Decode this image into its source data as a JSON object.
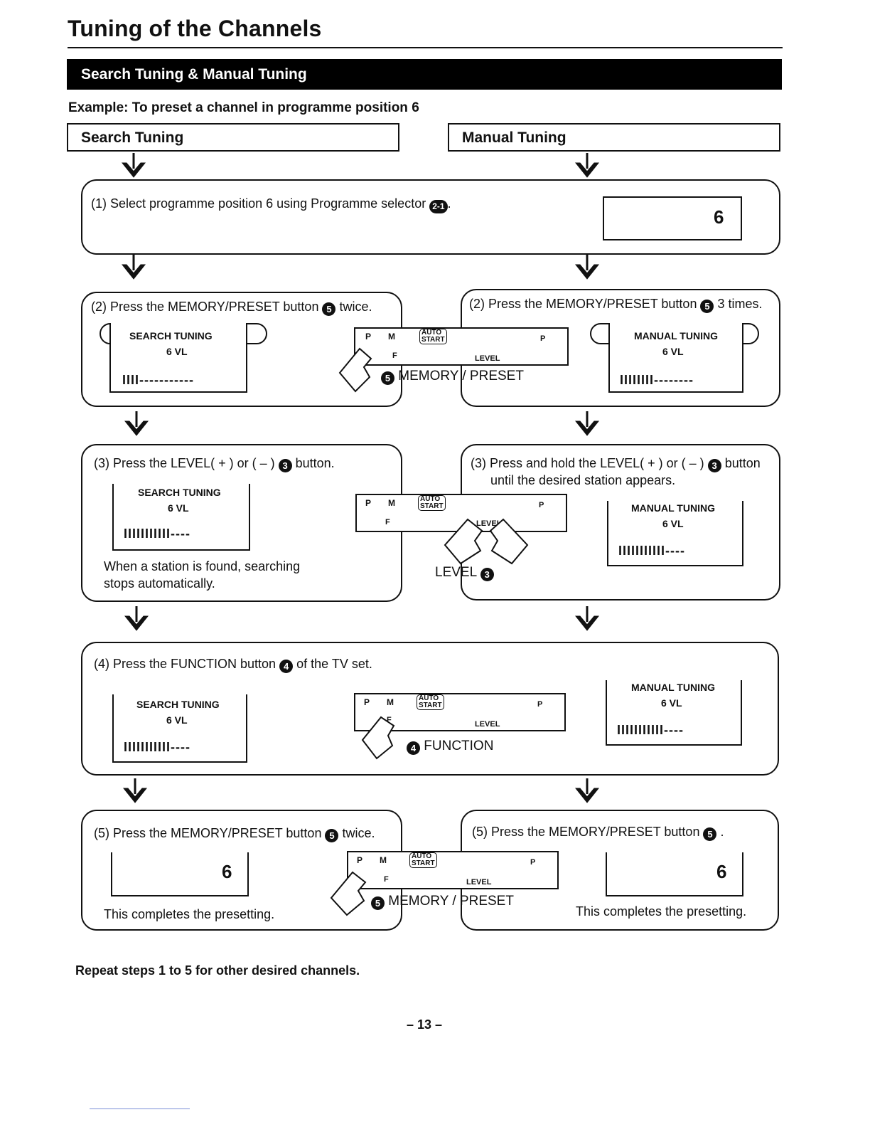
{
  "page_title": "Tuning of the Channels",
  "section_banner": "Search Tuning & Manual Tuning",
  "example": "Example: To preset a channel in programme position 6",
  "headers": {
    "search": "Search Tuning",
    "manual": "Manual Tuning"
  },
  "step1": {
    "text": "(1) Select programme position 6 using Programme selector",
    "badge": "2-1",
    "display": "6"
  },
  "search": {
    "step2": {
      "text": "(2) Press the MEMORY/PRESET button",
      "badge": "5",
      "suffix": "twice.",
      "screen_title": "SEARCH  TUNING",
      "screen_sub": "6   VL",
      "screen_bar": "IIII-----------"
    },
    "step3": {
      "text": "(3) Press the LEVEL( + ) or ( – )",
      "badge": "3",
      "suffix": "button.",
      "screen_title": "SEARCH  TUNING",
      "screen_sub": "6   VL",
      "screen_bar": "IIIIIIIIIII----",
      "note": "When a station is found, searching stops automatically."
    },
    "step4": {
      "text": "(4) Press the FUNCTION button",
      "badge": "4",
      "suffix": "of the TV set.",
      "screen_title": "SEARCH  TUNING",
      "screen_sub": "6   VL",
      "screen_bar": "IIIIIIIIIII----"
    },
    "step5": {
      "text": "(5) Press the MEMORY/PRESET button",
      "badge": "5",
      "suffix": "twice.",
      "display": "6",
      "note": "This completes the presetting."
    }
  },
  "manual": {
    "step2": {
      "text": "(2) Press the MEMORY/PRESET button",
      "badge": "5",
      "suffix": "3 times.",
      "screen_title": "MANUAL TUNING",
      "screen_sub": "6   VL",
      "screen_bar": "IIIIIIII--------"
    },
    "step3": {
      "text": "(3) Press and hold the LEVEL( + ) or ( – )",
      "badge": "3",
      "suffix": "button",
      "line2": "until the desired station appears.",
      "screen_title": "MANUAL  TUNING",
      "screen_sub": "6   VL",
      "screen_bar": "IIIIIIIIIII----"
    },
    "step4": {
      "screen_title": "MANUAL  TUNING",
      "screen_sub": "6   VL",
      "screen_bar": "IIIIIIIIIII----"
    },
    "step5": {
      "text": "(5) Press the MEMORY/PRESET button",
      "badge": "5",
      "suffix": ".",
      "display": "6",
      "note": "This completes the presetting."
    }
  },
  "panel": {
    "p": "P",
    "m": "M",
    "auto": "AUTO",
    "start": "START",
    "f": "F",
    "level": "LEVEL",
    "pm": "P",
    "label_memory": "MEMORY / PRESET",
    "label_level": "LEVEL",
    "label_function": "FUNCTION",
    "badge_memory": "5",
    "badge_level": "3",
    "badge_function": "4"
  },
  "footer": "Repeat steps 1 to 5 for other desired channels.",
  "page_number": "– 13 –"
}
